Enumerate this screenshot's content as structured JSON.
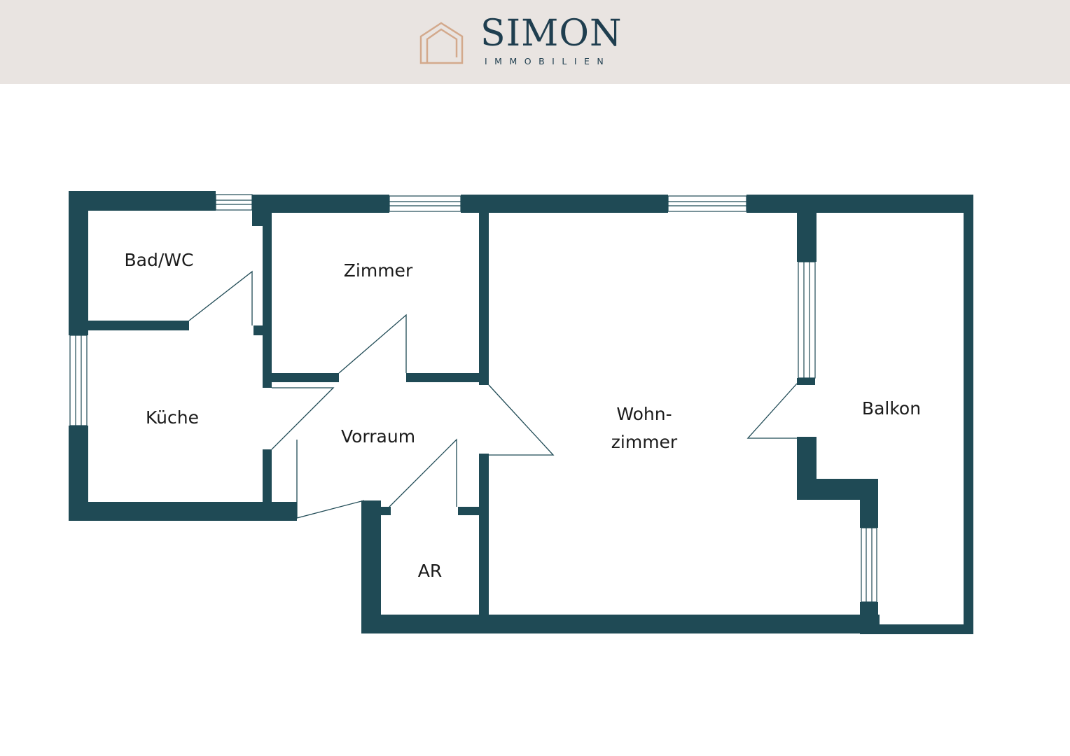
{
  "brand": {
    "name": "SIMON",
    "subtitle": "IMMOBILIEN",
    "icon": "house-outline-icon",
    "accent_color": "#d3a98c",
    "text_color": "#1f3e4f"
  },
  "floorplan": {
    "wall_color": "#1f4a55",
    "rooms": [
      {
        "id": "bad",
        "label": "Bad/WC"
      },
      {
        "id": "zimmer",
        "label": "Zimmer"
      },
      {
        "id": "kueche",
        "label": "Küche"
      },
      {
        "id": "vorraum",
        "label": "Vorraum"
      },
      {
        "id": "wohnzimmer",
        "label": "Wohn-\nzimmer"
      },
      {
        "id": "balkon",
        "label": "Balkon"
      },
      {
        "id": "ar",
        "label": "AR"
      }
    ]
  }
}
